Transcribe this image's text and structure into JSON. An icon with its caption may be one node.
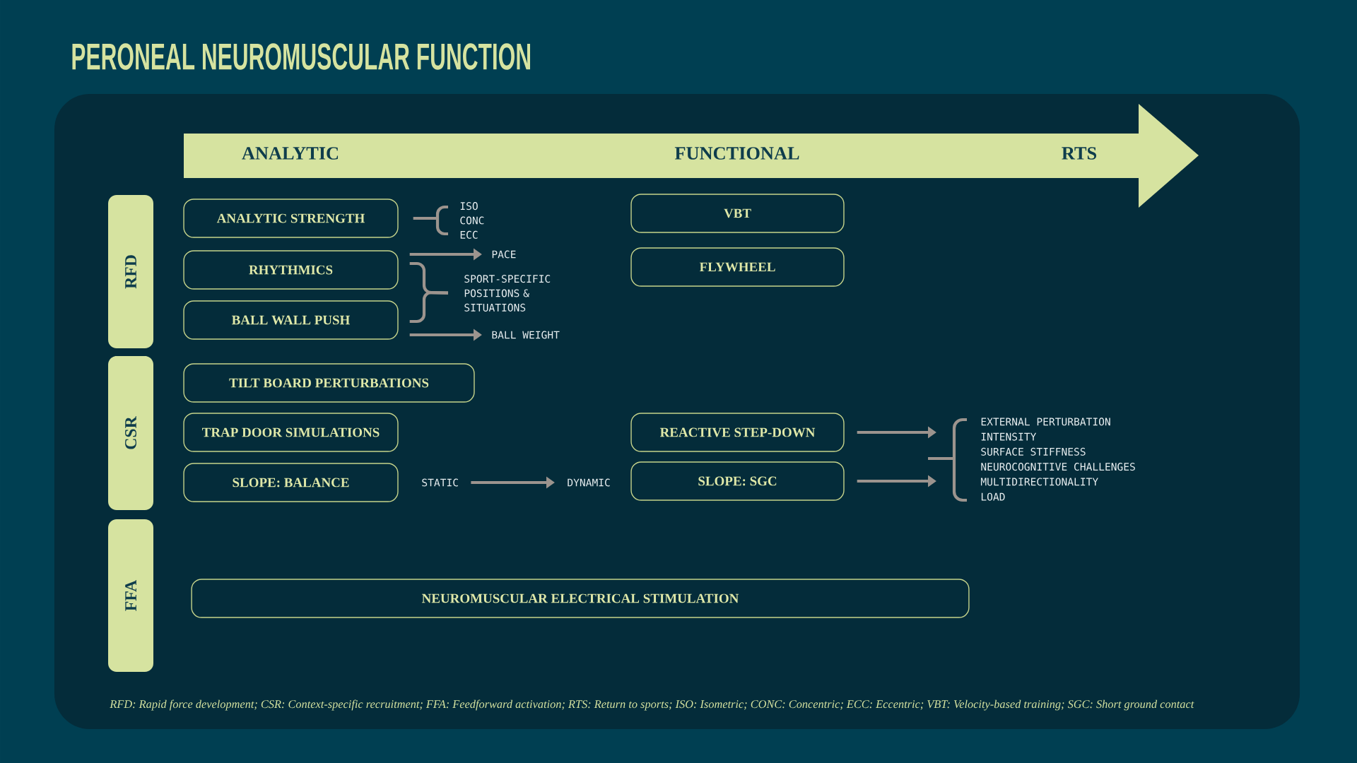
{
  "diagram": {
    "title": "PERONEAL NEUROMUSCULAR FUNCTION",
    "caption": "RFD: Rapid force development; CSR: Context-specific recruitment; FFA: Feedforward activation; RTS: Return to sports; ISO: Isometric; CONC: Concentric; ECC: Eccentric; VBT: Velocity-based training; SGC: Short ground contact",
    "nodes": [
      {
        "text": [
          "ANALYTIC",
          "FUNCTIONAL",
          "RTS"
        ]
      },
      {
        "text": [
          "RFD"
        ]
      },
      {
        "text": [
          "CSR"
        ]
      },
      {
        "text": [
          "FFA"
        ]
      },
      {
        "text": [
          "ANALYTIC STRENGTH"
        ]
      },
      {
        "text": [
          "RHYTHMICS"
        ]
      },
      {
        "text": [
          "BALL WALL PUSH"
        ]
      },
      {
        "text": [
          "TILT BOARD PERTURBATIONS"
        ]
      },
      {
        "text": [
          "TRAP DOOR SIMULATIONS"
        ]
      },
      {
        "text": [
          "SLOPE: BALANCE"
        ]
      },
      {
        "text": [
          "VBT"
        ]
      },
      {
        "text": [
          "FLYWHEEL"
        ]
      },
      {
        "text": [
          "REACTIVE STEP-DOWN"
        ]
      },
      {
        "text": [
          "SLOPE: SGC"
        ]
      },
      {
        "text": [
          "NEUROMUSCULAR ELECTRICAL STIMULATION"
        ]
      },
      {
        "text": [
          "ISO CONC ECC"
        ]
      },
      {
        "text": [
          "PACE"
        ]
      },
      {
        "text": [
          "SPORT-SPECIFIC POSITIONS & SITUATIONS"
        ]
      },
      {
        "text": [
          "BALL WEIGHT"
        ]
      },
      {
        "text": [
          "STATIC"
        ]
      },
      {
        "text": [
          "DYNAMIC"
        ]
      },
      {
        "text": [
          "EXTERNAL PERTURBATION",
          "INTENSITY",
          "SURFACE STIFFNESS",
          "NEUROCOGNITIVE CHALLENGES",
          "MULTIDIRECTIONALITY",
          "LOAD"
        ]
      }
    ],
    "edges": [
      {
        "from": 4,
        "to": 15,
        "arrow": "none"
      },
      {
        "from": 5,
        "to": 16,
        "arrow": "to"
      },
      {
        "from": 5,
        "to": 17,
        "arrow": "none"
      },
      {
        "from": 6,
        "to": 17,
        "arrow": "none"
      },
      {
        "from": 6,
        "to": 18,
        "arrow": "to"
      },
      {
        "from": 19,
        "to": 20,
        "arrow": "to"
      },
      {
        "from": 12,
        "to": 21,
        "arrow": "to"
      },
      {
        "from": 13,
        "to": 21,
        "arrow": "to"
      }
    ]
  }
}
